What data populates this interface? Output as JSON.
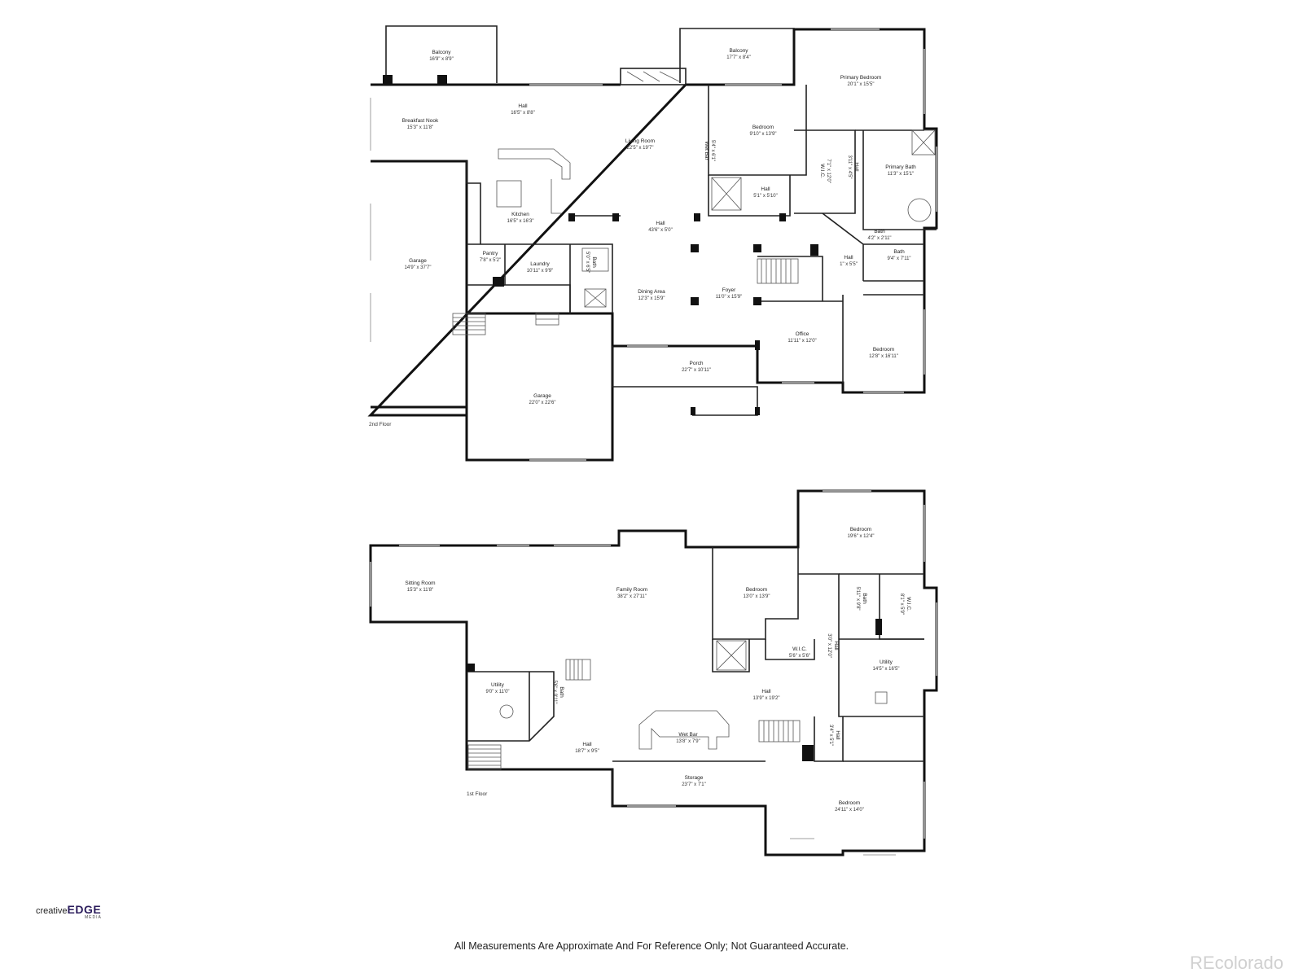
{
  "floor_labels": {
    "upper": "2nd Floor",
    "lower": "1st Floor"
  },
  "upper_rooms": [
    {
      "name": "Balcony",
      "dim": "16'9\" x 8'9\""
    },
    {
      "name": "Balcony",
      "dim": "17'7\" x 8'4\""
    },
    {
      "name": "Primary Bedroom",
      "dim": "20'1\" x 15'5\""
    },
    {
      "name": "Hall",
      "dim": "16'5\" x 8'8\""
    },
    {
      "name": "Breakfast Nook",
      "dim": "15'3\" x 11'8\""
    },
    {
      "name": "Living Room",
      "dim": "22'5\" x 19'7\""
    },
    {
      "name": "Bedroom",
      "dim": "9'10\" x 13'9\""
    },
    {
      "name": "Wet Bar",
      "dim": "5'4\" x 6'1\""
    },
    {
      "name": "W.I.C.",
      "dim": "7'1\" x 12'0\""
    },
    {
      "name": "Hall",
      "dim": "3'11\" x 4'5\""
    },
    {
      "name": "Primary Bath",
      "dim": "11'3\" x 15'1\""
    },
    {
      "name": "Hall",
      "dim": "5'1\" x 5'10\""
    },
    {
      "name": "Kitchen",
      "dim": "16'5\" x 16'3\""
    },
    {
      "name": "Hall",
      "dim": "43'6\" x 5'0\""
    },
    {
      "name": "Garage",
      "dim": "14'9\" x 37'7\""
    },
    {
      "name": "Pantry",
      "dim": "7'8\" x 5'2\""
    },
    {
      "name": "Laundry",
      "dim": "10'11\" x 9'9\""
    },
    {
      "name": "Bath",
      "dim": "5'0\" x 6'5\""
    },
    {
      "name": "Bath",
      "dim": "4'2\" x 2'11\""
    },
    {
      "name": "Bath",
      "dim": "9'4\" x 7'11\""
    },
    {
      "name": "Hall",
      "dim": "1\" x 5'5\""
    },
    {
      "name": "Dining Area",
      "dim": "12'3\" x 15'9\""
    },
    {
      "name": "Foyer",
      "dim": "11'0\" x 15'9\""
    },
    {
      "name": "Office",
      "dim": "11'11\" x 12'0\""
    },
    {
      "name": "Bedroom",
      "dim": "12'8\" x 16'11\""
    },
    {
      "name": "Porch",
      "dim": "22'7\" x 10'11\""
    },
    {
      "name": "Garage",
      "dim": "22'0\" x 22'6\""
    }
  ],
  "lower_rooms": [
    {
      "name": "Bedroom",
      "dim": "19'6\" x 12'4\""
    },
    {
      "name": "Sitting Room",
      "dim": "15'3\" x 11'8\""
    },
    {
      "name": "Family Room",
      "dim": "38'2\" x 27'11\""
    },
    {
      "name": "Bedroom",
      "dim": "13'0\" x 13'9\""
    },
    {
      "name": "Bath",
      "dim": "5'11\" x 9'8\""
    },
    {
      "name": "W.I.C.",
      "dim": "8'1\" x 5'9\""
    },
    {
      "name": "W.I.C.",
      "dim": "5'6\" x 5'6\""
    },
    {
      "name": "Hall",
      "dim": "3'0\" x 12'0\""
    },
    {
      "name": "Utility",
      "dim": "14'5\" x 16'5\""
    },
    {
      "name": "Utility",
      "dim": "9'0\" x 11'0\""
    },
    {
      "name": "Bath",
      "dim": "5'6\" x 9'11\""
    },
    {
      "name": "Hall",
      "dim": "13'9\" x 19'2\""
    },
    {
      "name": "Wet Bar",
      "dim": "13'8\" x 7'9\""
    },
    {
      "name": "Hall",
      "dim": "3'4\" x 5'1\""
    },
    {
      "name": "Hall",
      "dim": "18'7\" x 9'5\""
    },
    {
      "name": "Storage",
      "dim": "23'7\" x 7'1\""
    },
    {
      "name": "Bedroom",
      "dim": "24'11\" x 14'0\""
    }
  ],
  "brand": {
    "prefix": "creative",
    "name": "EDGE",
    "sub": "MEDIA"
  },
  "disclaimer": "All Measurements Are Approximate And For Reference Only; Not Guaranteed Accurate.",
  "watermark": "REcolorado"
}
